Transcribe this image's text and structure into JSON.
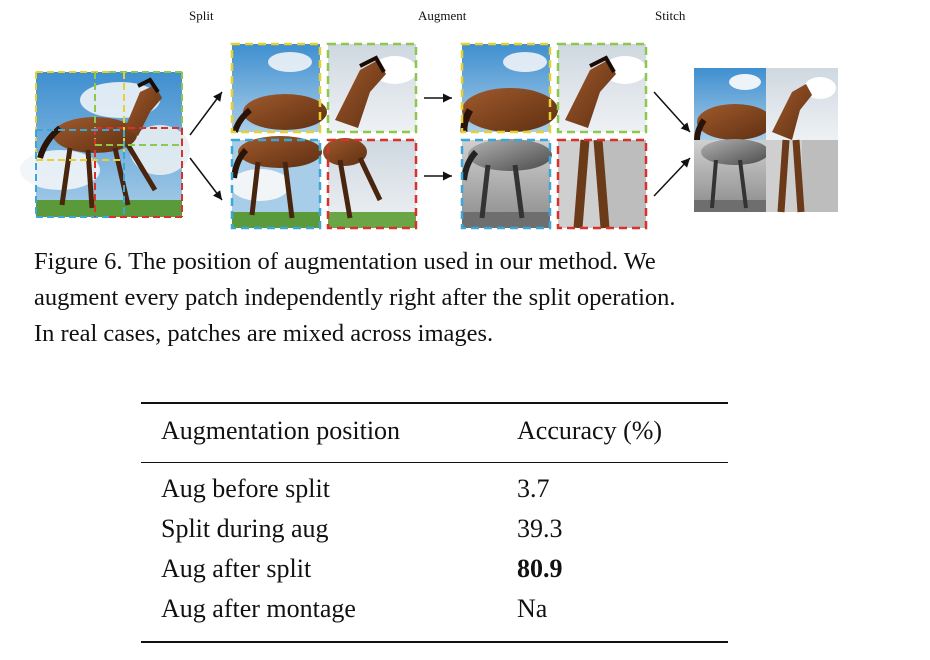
{
  "figure": {
    "stage_labels": {
      "split": "Split",
      "augment": "Augment",
      "stitch": "Stitch"
    },
    "patch_colors": {
      "top_left": "#e6d12e",
      "top_right": "#8cc84b",
      "bottom_left": "#3aa7d8",
      "bottom_right": "#d9312b"
    },
    "caption_lines": [
      "Figure 6. The position of augmentation used in our method.  We",
      "augment every patch independently right after the split operation.",
      "In real cases, patches are mixed across images."
    ]
  },
  "table": {
    "headers": [
      "Augmentation position",
      "Accuracy (%)"
    ],
    "rows": [
      {
        "position": "Aug before split",
        "accuracy": "3.7"
      },
      {
        "position": "Split during aug",
        "accuracy": "39.3"
      },
      {
        "position": "Aug after split",
        "accuracy": "80.9"
      },
      {
        "position": "Aug after montage",
        "accuracy": "Na"
      }
    ]
  }
}
